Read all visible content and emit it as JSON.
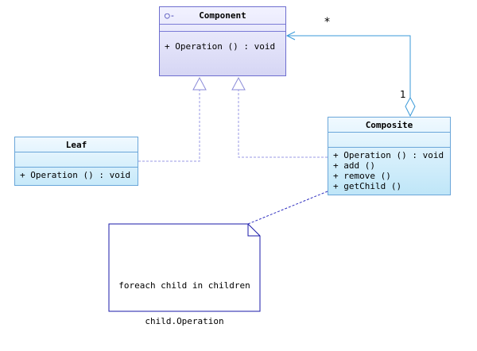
{
  "diagram": {
    "component": {
      "name": "Component",
      "icon": "interface-lollipop-icon",
      "icon_glyph": "○-",
      "operations": [
        "+ Operation () : void"
      ]
    },
    "leaf": {
      "name": "Leaf",
      "operations": [
        "+ Operation () : void"
      ]
    },
    "composite": {
      "name": "Composite",
      "operations": [
        "+ Operation () : void",
        "+ add ()",
        "+ remove ()",
        "+ getChild ()"
      ]
    },
    "note": {
      "lines": [
        "foreach child in children",
        "child.Operation"
      ]
    },
    "association": {
      "multiplicity_component_end": "*",
      "multiplicity_composite_end": "1"
    },
    "colors": {
      "line_blue": "#3a9ad9",
      "dashed_inherit": "#9090e0",
      "note_border": "#1a1aa8",
      "class_border": "#7b7bd6"
    }
  }
}
